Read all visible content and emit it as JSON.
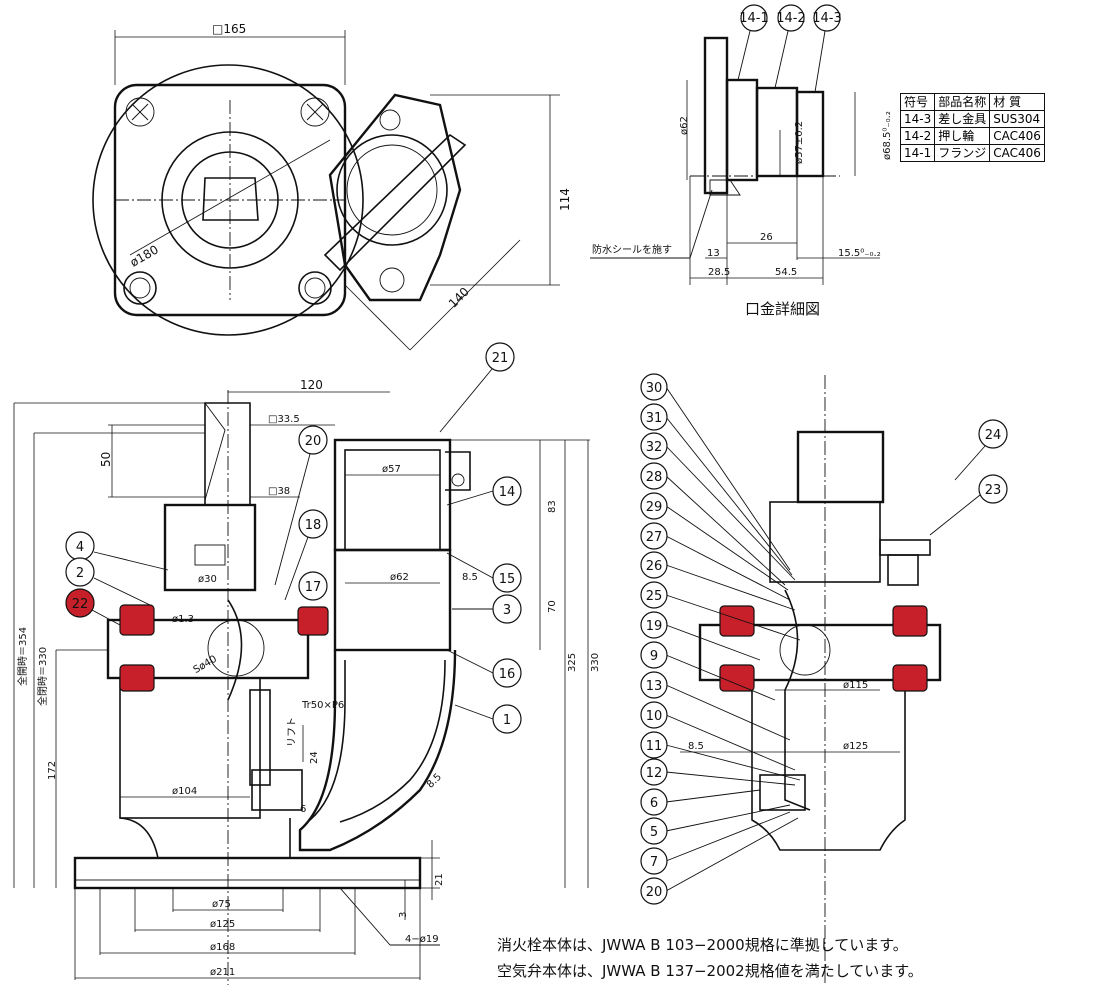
{
  "top_view": {
    "dims": {
      "square": "□165",
      "bolt_circle": "ø180",
      "height": "114",
      "width": "140"
    }
  },
  "detail": {
    "title": "口金詳細図",
    "labels": [
      "14-1",
      "14-2",
      "14-3"
    ],
    "dims": {
      "d62": "ø62",
      "d57": "ø57±0.2",
      "d68": "ø68.5⁰₋₀.₂",
      "l13": "13",
      "l26": "26",
      "l155": "15.5⁰₋₀.₂",
      "l285": "28.5",
      "l545": "54.5"
    },
    "seal_note": "防水シールを施す"
  },
  "parts_table": {
    "headers": [
      "符号",
      "部品名称",
      "材 質"
    ],
    "rows": [
      [
        "14-3",
        "差し金具",
        "SUS304"
      ],
      [
        "14-2",
        "押し輪",
        "CAC406"
      ],
      [
        "14-1",
        "フランジ",
        "CAC406"
      ]
    ]
  },
  "front_view": {
    "dims": {
      "w120": "120",
      "sq335": "□33.5",
      "h50": "50",
      "sq38": "□38",
      "d57": "ø57",
      "h83": "83",
      "d30": "ø30",
      "d62": "ø62",
      "w85": "8.5",
      "h70": "70",
      "d13": "ø1.3",
      "sd40": "Sø40",
      "h325": "325",
      "h330": "330",
      "thread": "Tr50×P6",
      "lift": "リフト",
      "l24": "24",
      "l85b": "8.5",
      "h172": "172",
      "d104": "ø104",
      "l6": "6",
      "h21": "21",
      "h3": "3",
      "d75": "ø75",
      "d125": "ø125",
      "d168": "ø168",
      "d211": "ø211",
      "holes": "4−ø19"
    },
    "overall_open": "全開時＝354",
    "overall_closed": "全閉時＝330",
    "callouts": [
      "21",
      "20",
      "18",
      "17",
      "14",
      "15",
      "3",
      "16",
      "1",
      "4",
      "2",
      "22"
    ]
  },
  "side_view": {
    "dims": {
      "d115": "ø115",
      "w85": "8.5",
      "d125": "ø125"
    },
    "callouts_left": [
      "30",
      "31",
      "32",
      "28",
      "29",
      "27",
      "26",
      "25",
      "19",
      "9",
      "13",
      "10",
      "11",
      "12",
      "6",
      "5",
      "7",
      "20"
    ],
    "callouts_right": [
      "24",
      "23"
    ]
  },
  "notes": [
    "消火栓本体は、JWWA B 103−2000規格に準拠しています。",
    "空気弁本体は、JWWA B 137−2002規格値を満たしています。"
  ],
  "colors": {
    "highlight": "#c8202a",
    "line": "#111111"
  }
}
